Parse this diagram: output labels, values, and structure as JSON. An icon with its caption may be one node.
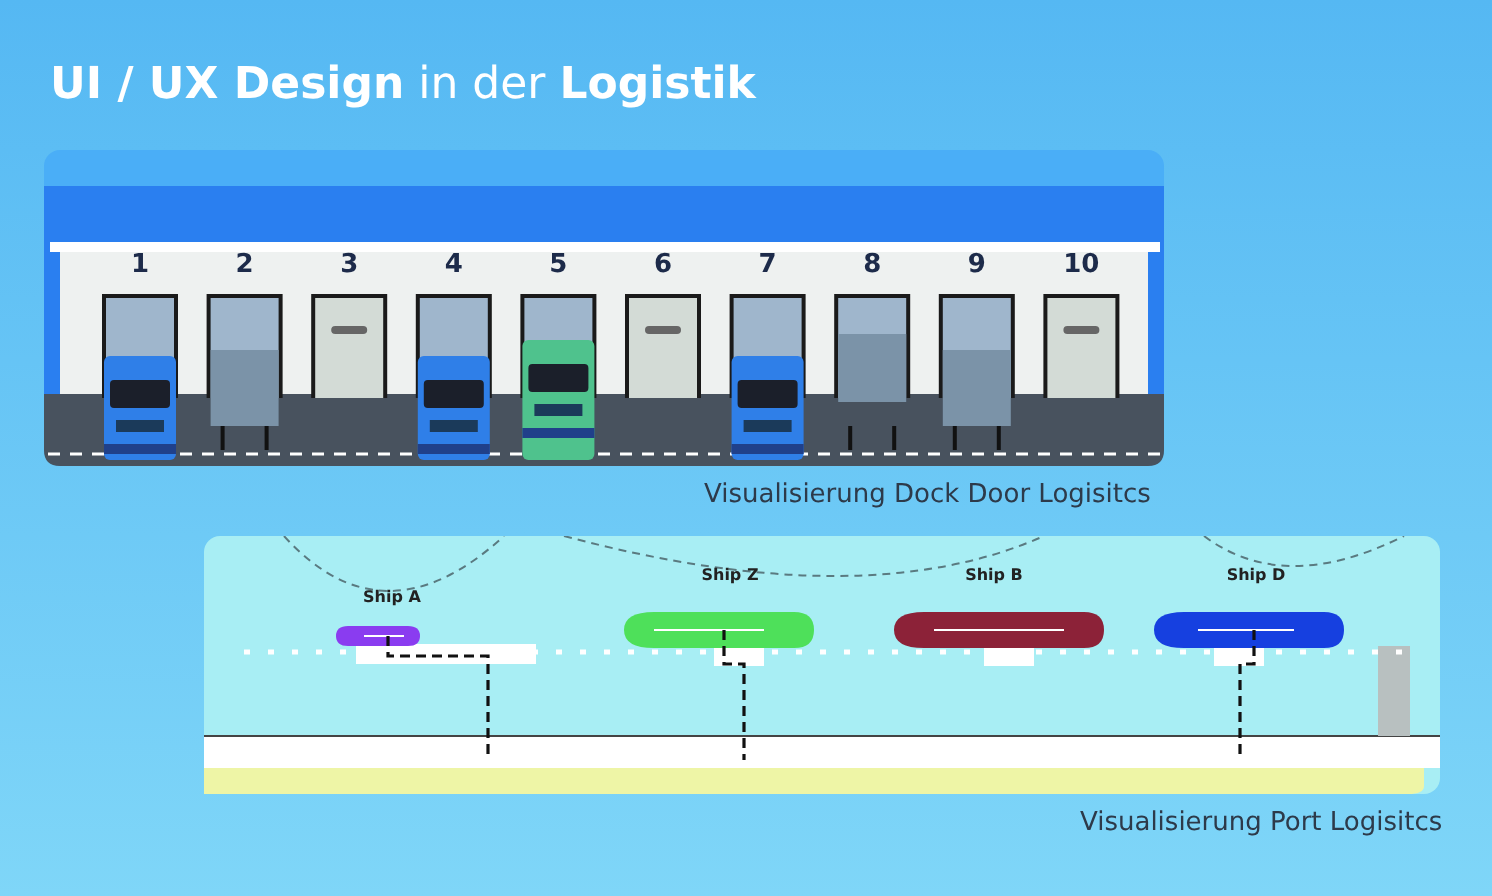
{
  "diagram": {
    "title": "**UI / UX Design** in der **Logistik**",
    "labels": [
      "1",
      "2",
      "3",
      "4",
      "5",
      "6",
      "7",
      "8",
      "9",
      "10",
      "Visualisierung Dock Door Logisitcs",
      "Ship A",
      "Ship Z",
      "Ship B",
      "Ship D",
      "Visualisierung Port Logisitcs"
    ]
  }
}
